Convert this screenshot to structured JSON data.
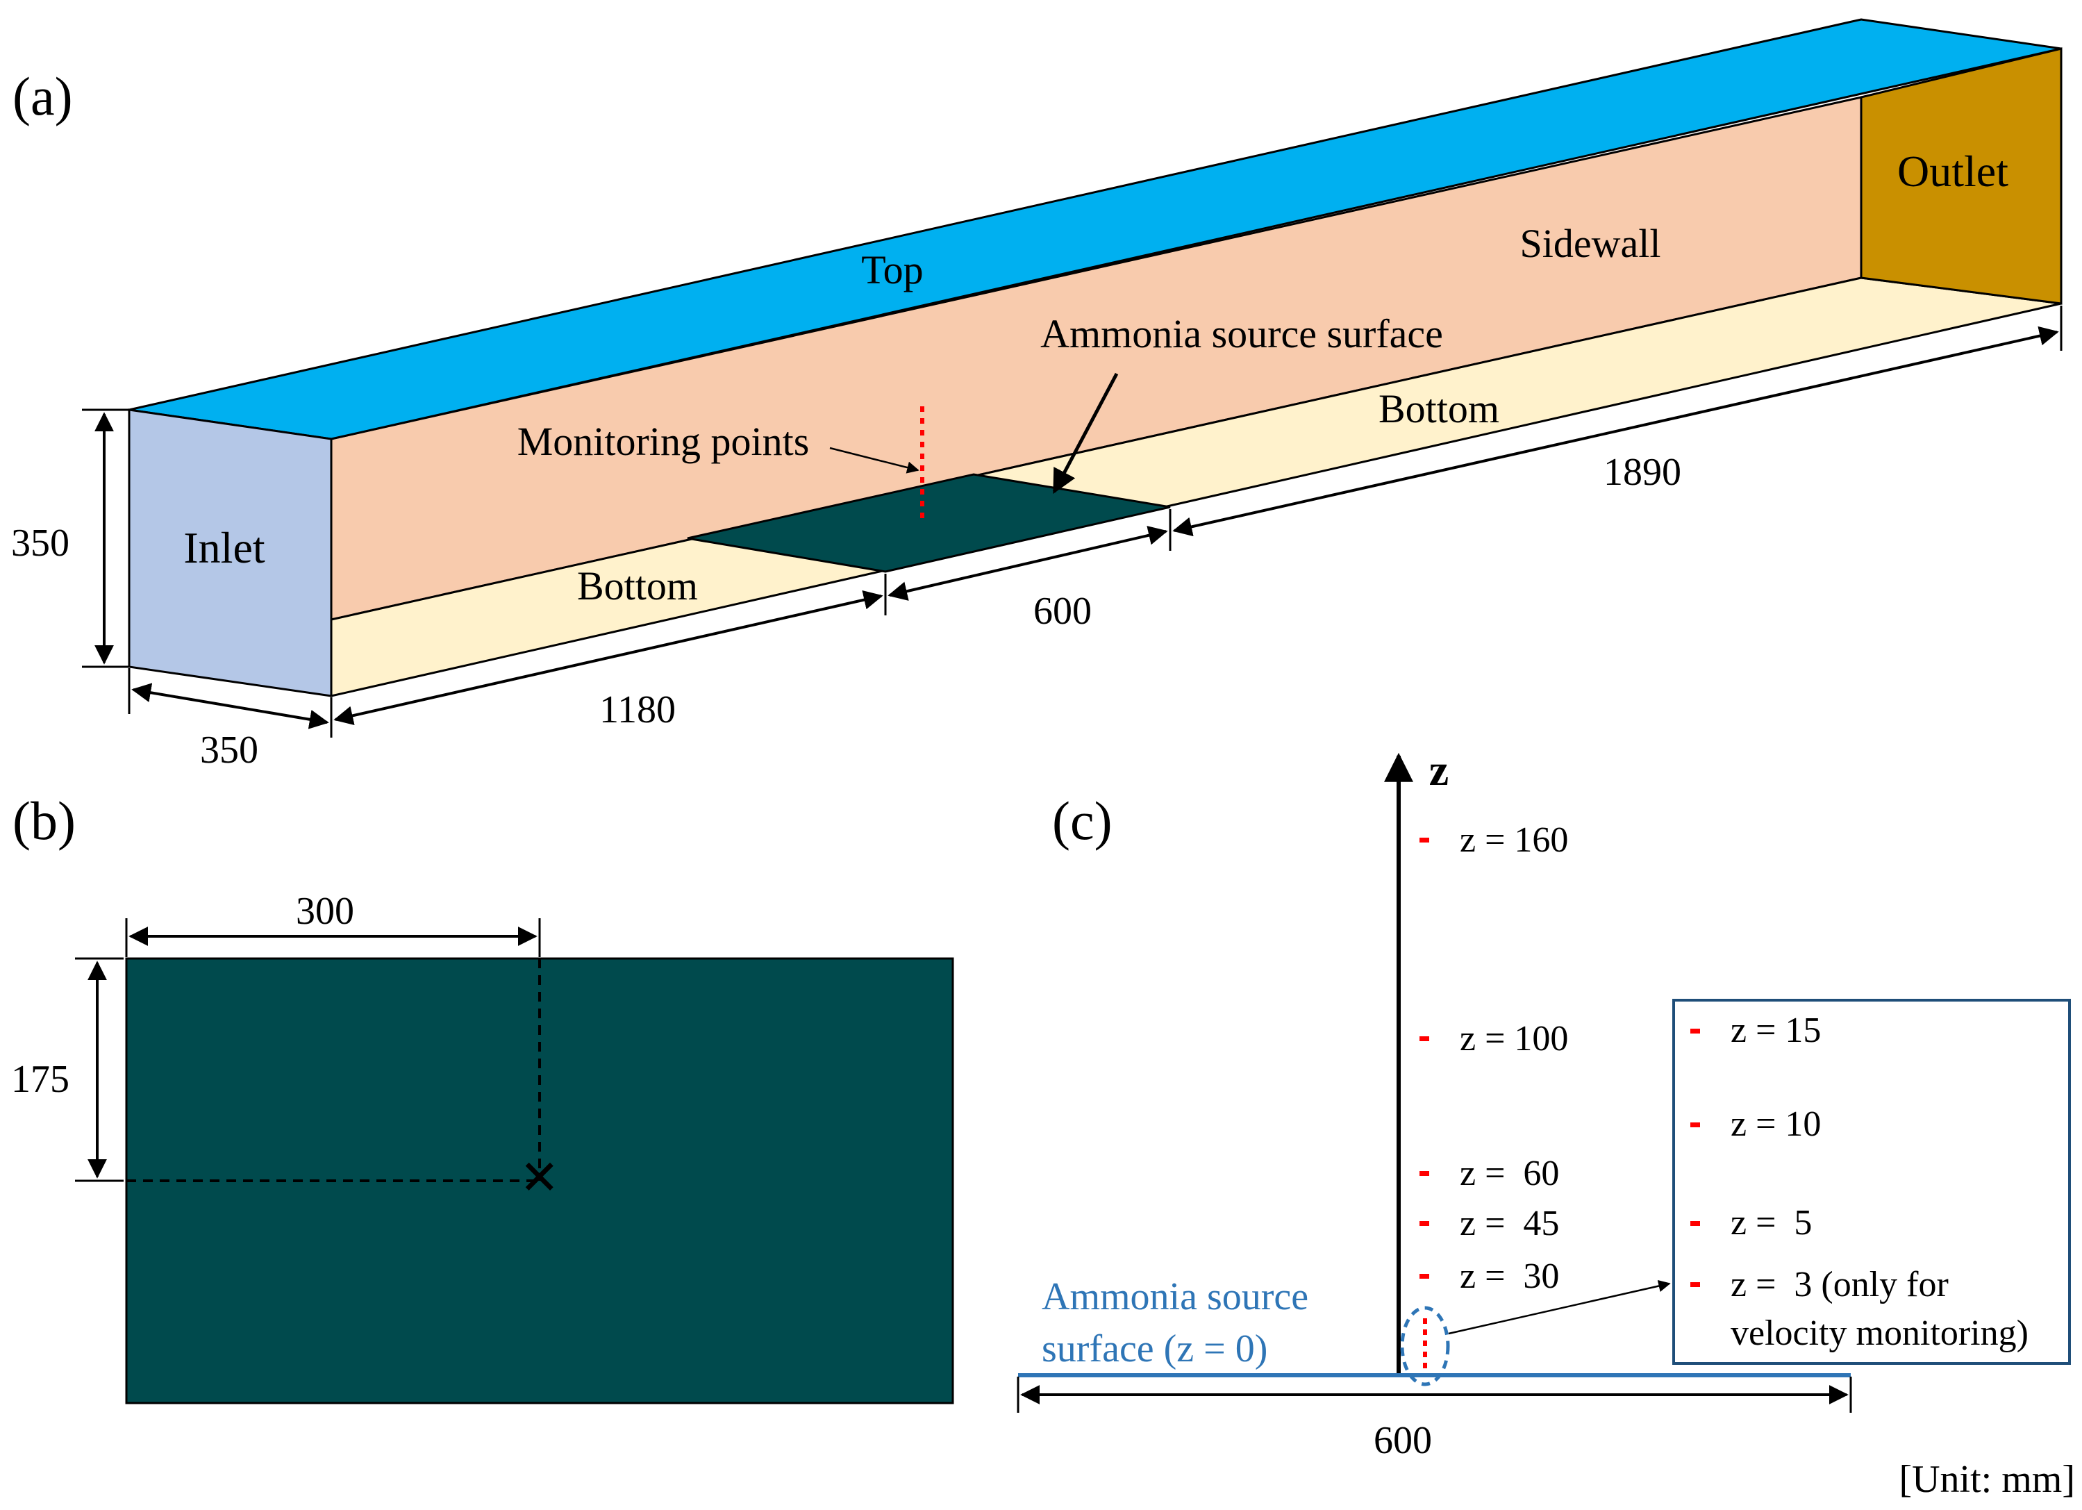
{
  "panel_a": {
    "label": "(a)",
    "faces": {
      "top": "Top",
      "sidewall": "Sidewall",
      "inlet": "Inlet",
      "outlet": "Outlet",
      "bottom_upstream": "Bottom",
      "bottom_downstream": "Bottom"
    },
    "annotations": {
      "source_surface": "Ammonia source surface",
      "monitoring_points": "Monitoring points"
    },
    "dimensions": {
      "height": "350",
      "width": "350",
      "upstream_length": "1180",
      "source_length": "600",
      "downstream_length": "1890"
    },
    "colors": {
      "top": "#00B0F0",
      "sidewall": "#F8CBAD",
      "inlet": "#B4C7E7",
      "outlet": "#C99000",
      "bottom": "#FFF2CC",
      "source": "#004A4D",
      "monitor": "#FF0000"
    }
  },
  "panel_b": {
    "label": "(b)",
    "dimensions": {
      "horizontal": "300",
      "vertical": "175"
    },
    "center_marker": "×"
  },
  "panel_c": {
    "label": "(c)",
    "axis_label": "z",
    "points": [
      "z = 160",
      "z = 100",
      "z =  60",
      "z =  45",
      "z =  30"
    ],
    "inset_points": [
      "z = 15",
      "z = 10",
      "z =  5",
      "z =  3 (only for"
    ],
    "inset_note_line2": "velocity monitoring)",
    "source_label_line1": "Ammonia source",
    "source_label_line2": "surface (z = 0)",
    "dimension": "600",
    "unit": "[Unit: mm]",
    "colors": {
      "source_line": "#2E75B6",
      "inset_border": "#1F4E79"
    }
  }
}
